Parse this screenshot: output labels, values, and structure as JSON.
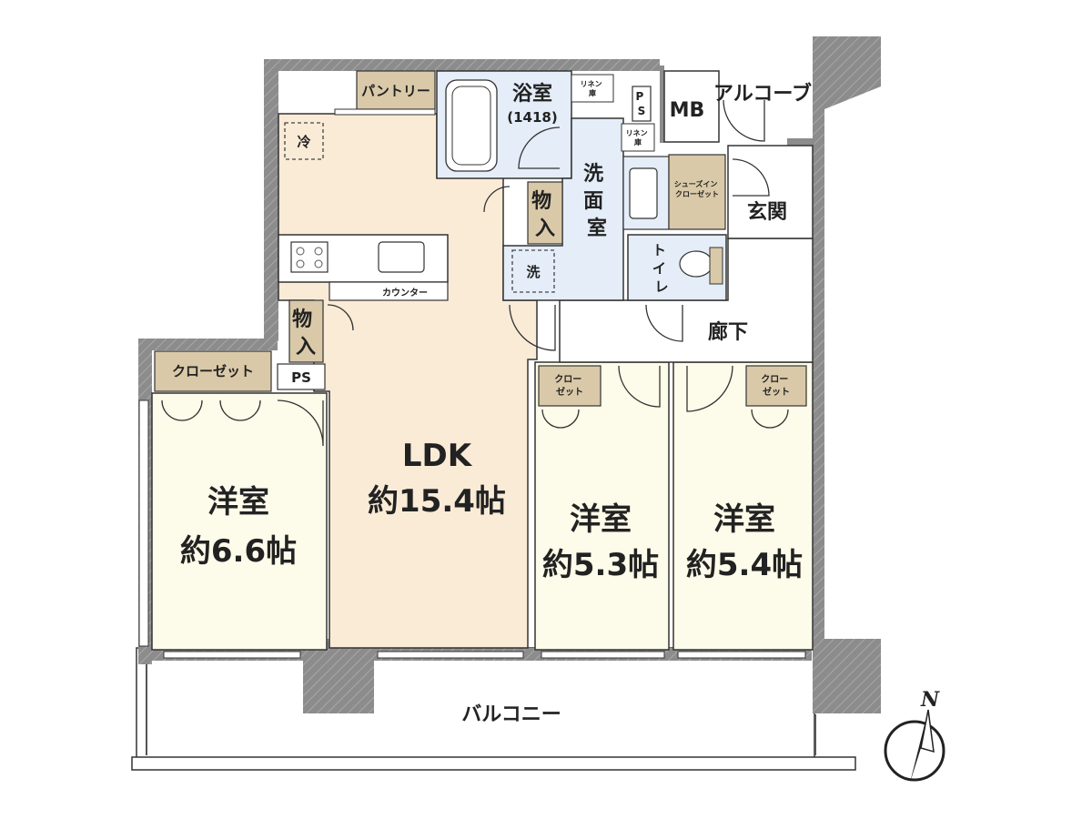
{
  "rooms": {
    "ldk": {
      "name": "LDK",
      "size": "約15.4帖"
    },
    "western_left": {
      "name": "洋室",
      "size": "約6.6帖"
    },
    "western_mid": {
      "name": "洋室",
      "size": "約5.3帖"
    },
    "western_right": {
      "name": "洋室",
      "size": "約5.4帖"
    },
    "bath": {
      "name": "浴室",
      "size": "(1418)"
    },
    "washroom": {
      "name": "洗面室"
    },
    "toilet": {
      "name": "トイレ"
    },
    "entrance": "玄関",
    "hallway": "廊下",
    "balcony": "バルコニー",
    "alcove": "アルコーブ",
    "mb": "MB",
    "pantry": "パントリー",
    "counter": "カウンター",
    "storage_top": "物入",
    "storage_left": "物入",
    "closet_left": "クローゼット",
    "closet_mid": "クローゼット",
    "closet_right": "クローゼット",
    "shoes_closet": "シューズインクローゼット",
    "linen_1": "リネン庫",
    "linen_2": "リネン庫",
    "ps_top": "PS",
    "ps_left": "PS",
    "fridge": "冷",
    "washer": "洗"
  },
  "compass": {
    "label": "N"
  },
  "colors": {
    "ldk_floor": "#faebd7",
    "bedroom_floor": "#fdfbe9",
    "wet_floor": "#e4edf8",
    "storage": "#d9c9a8",
    "wall": "#8c8c8c"
  }
}
